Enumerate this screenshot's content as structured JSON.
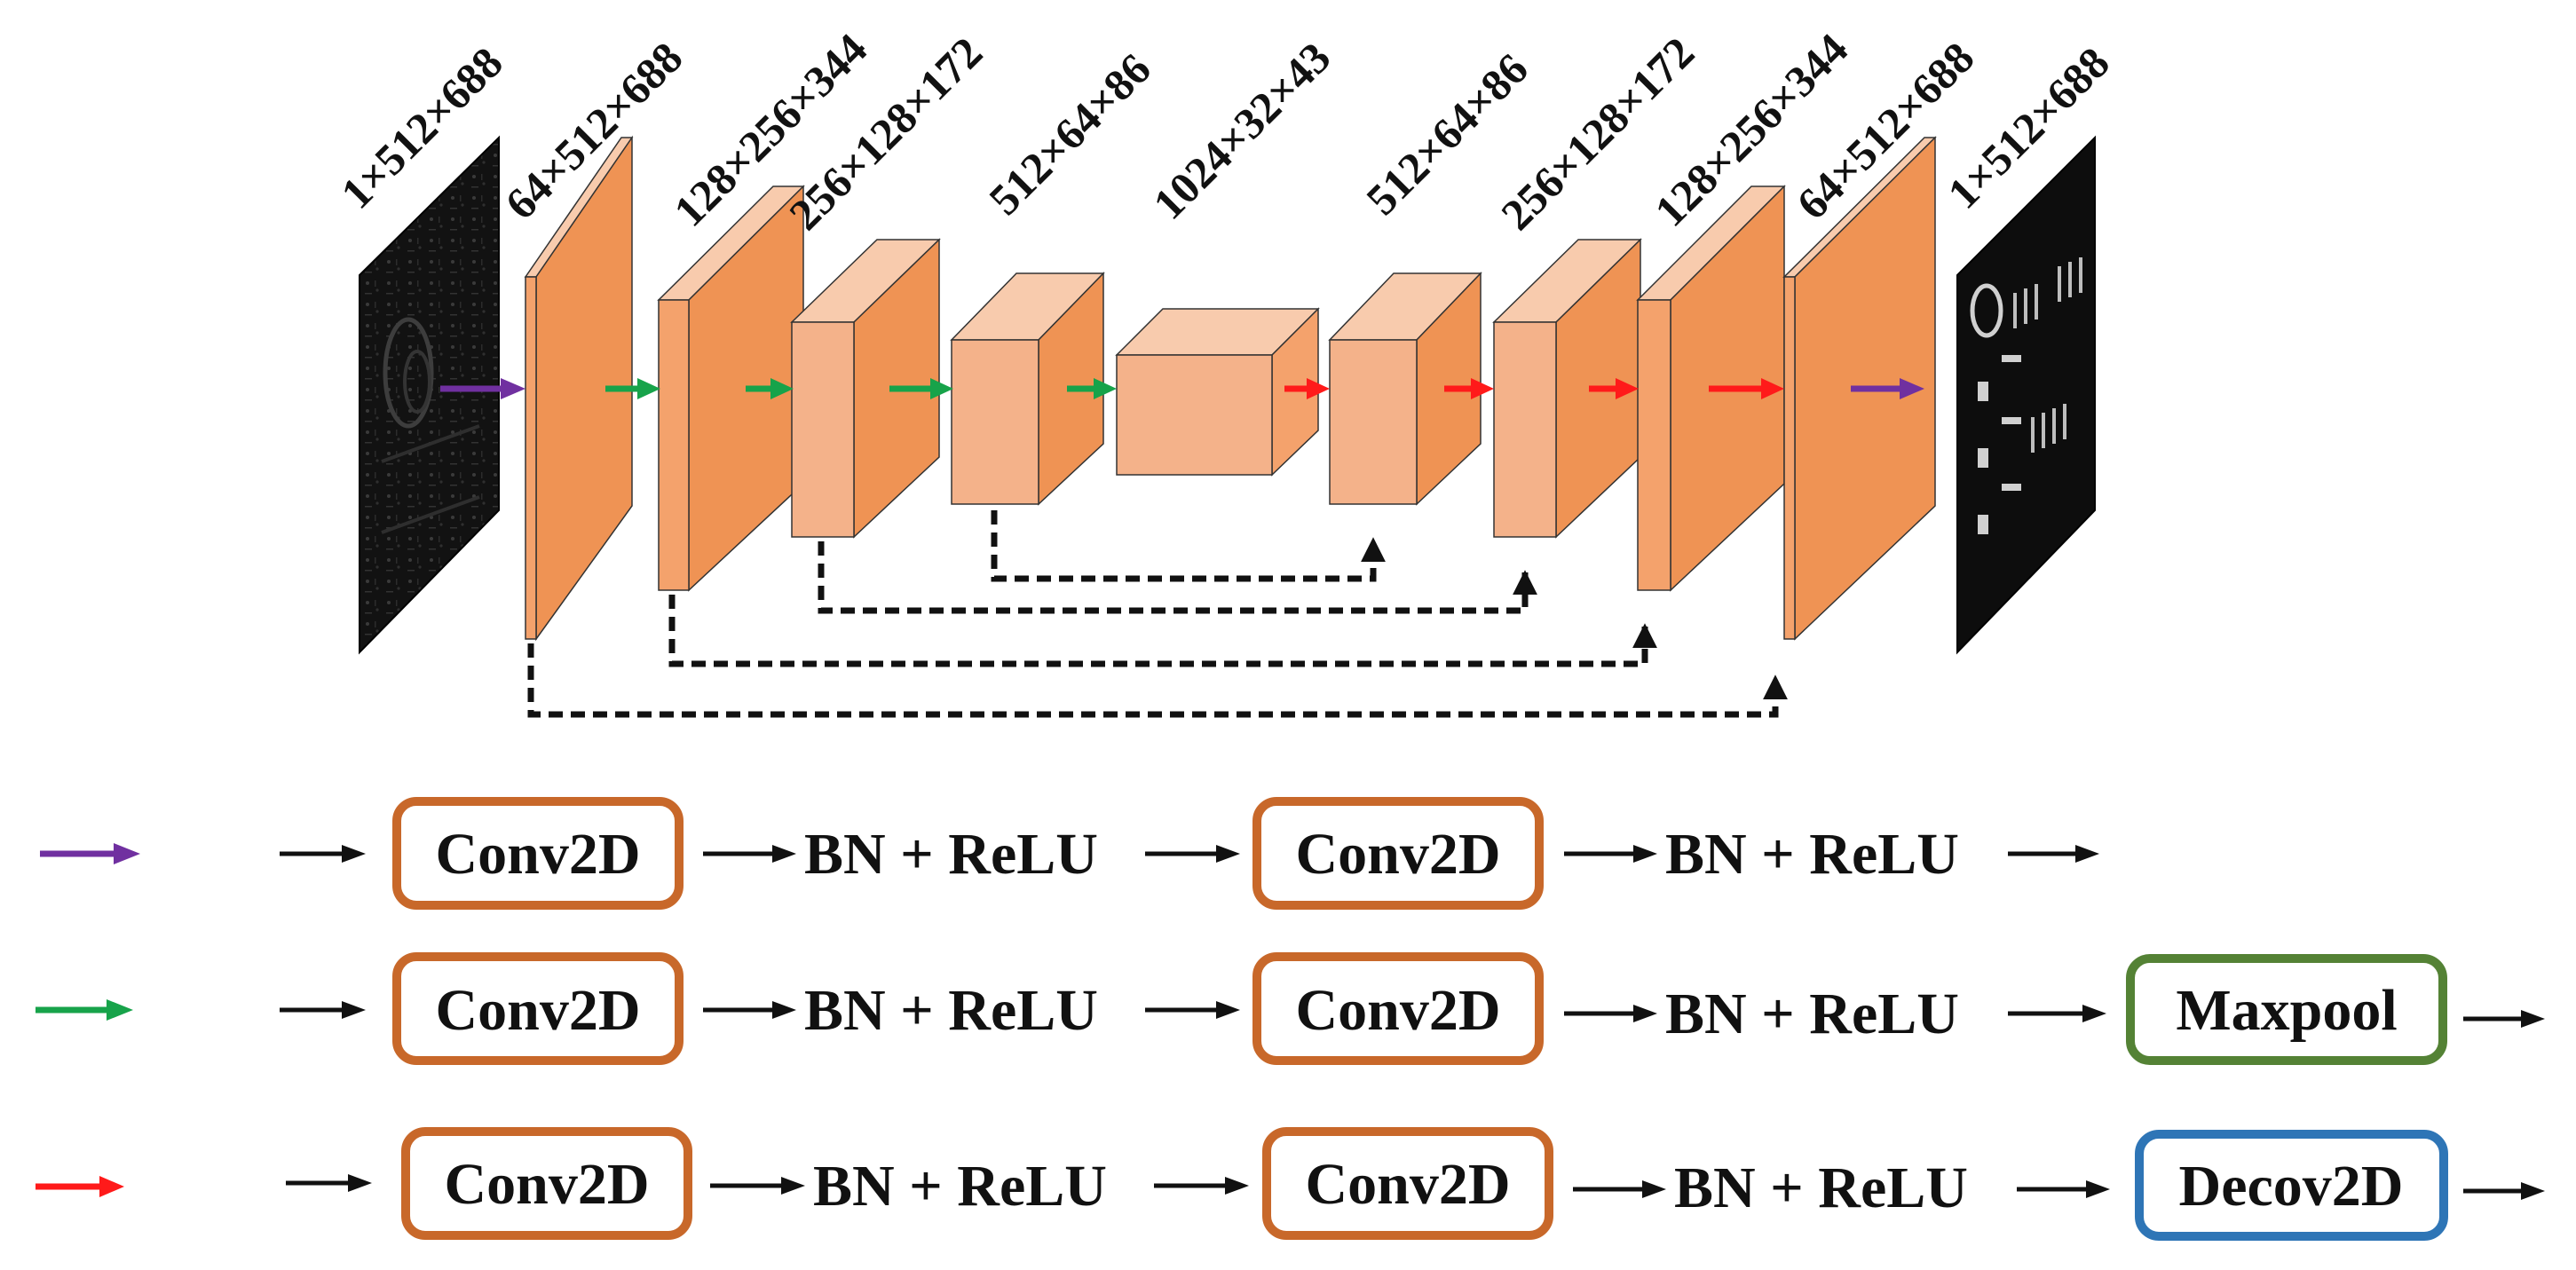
{
  "colors": {
    "front_face": "#ef9354",
    "side_face": "#f0935a",
    "light_front": "#f4b28a",
    "light_top": "#f8cbad",
    "light_side": "#f4a26c",
    "input_purple": "#7030a0",
    "green": "#17a34a",
    "red": "#ff1a1a",
    "conv_border": "#c8682a",
    "maxpool_border": "#548235",
    "decov_border": "#2e75b6",
    "image_dark": "#111111"
  },
  "diagram": {
    "labels": {
      "input": "1×512×688",
      "enc1": "64×512×688",
      "enc2": "128×256×344",
      "enc3": "256×128×172",
      "enc4": "512×64×86",
      "bottleneck": "1024×32×43",
      "dec4": "512×64×86",
      "dec3": "256×128×172",
      "dec2": "128×256×344",
      "dec1": "64×512×688",
      "output": "1×512×688"
    },
    "arrows": [
      "purple",
      "green",
      "green",
      "green",
      "green",
      "red",
      "red",
      "red",
      "red",
      "purple"
    ],
    "skip_connections": [
      {
        "from": "enc4",
        "to": "dec4"
      },
      {
        "from": "enc3",
        "to": "dec3"
      },
      {
        "from": "enc2",
        "to": "dec2"
      },
      {
        "from": "enc1",
        "to": "dec1"
      }
    ]
  },
  "legend": {
    "rows": [
      {
        "arrow_color": "purple",
        "items": [
          {
            "kind": "box",
            "text": "Conv2D",
            "style": "conv"
          },
          {
            "kind": "text",
            "text": "BN + ReLU"
          },
          {
            "kind": "box",
            "text": "Conv2D",
            "style": "conv"
          },
          {
            "kind": "text",
            "text": "BN + ReLU"
          }
        ]
      },
      {
        "arrow_color": "green",
        "items": [
          {
            "kind": "box",
            "text": "Conv2D",
            "style": "conv"
          },
          {
            "kind": "text",
            "text": "BN + ReLU"
          },
          {
            "kind": "box",
            "text": "Conv2D",
            "style": "conv"
          },
          {
            "kind": "text",
            "text": "BN + ReLU"
          },
          {
            "kind": "box",
            "text": "Maxpool",
            "style": "maxpool"
          }
        ]
      },
      {
        "arrow_color": "red",
        "items": [
          {
            "kind": "box",
            "text": "Conv2D",
            "style": "conv"
          },
          {
            "kind": "text",
            "text": "BN + ReLU"
          },
          {
            "kind": "box",
            "text": "Conv2D",
            "style": "conv"
          },
          {
            "kind": "text",
            "text": "BN + ReLU"
          },
          {
            "kind": "box",
            "text": "Decov2D",
            "style": "decov"
          }
        ]
      }
    ]
  }
}
